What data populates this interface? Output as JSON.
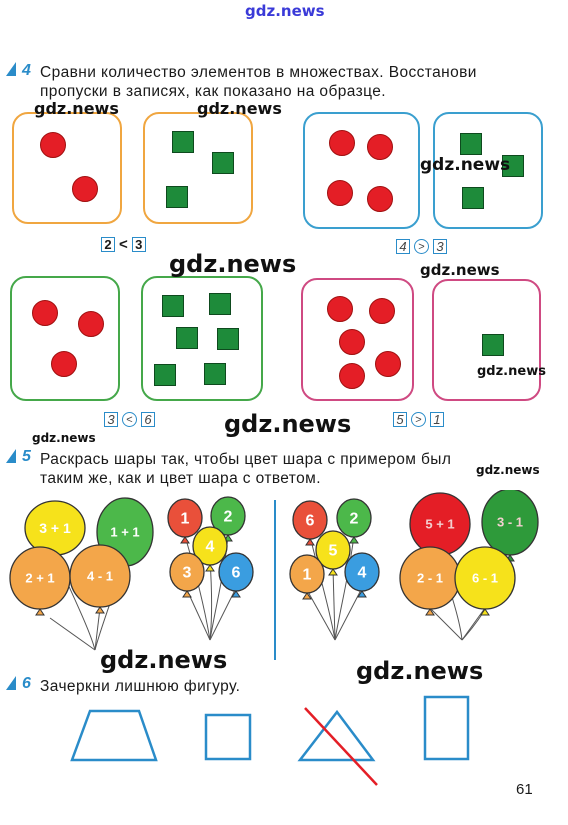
{
  "watermark": "gdz.news",
  "page_number": "61",
  "task4": {
    "number": "4",
    "text_line1": "Сравни количество элементов в множествах. Восстанови",
    "text_line2": "пропуски в записях, как показано на образце.",
    "comparisons": [
      {
        "left": "2",
        "sign": "<",
        "right": "3"
      },
      {
        "left": "4",
        "sign": ">",
        "right": "3"
      },
      {
        "left": "3",
        "sign": "<",
        "right": "6"
      },
      {
        "left": "5",
        "sign": ">",
        "right": "1"
      }
    ]
  },
  "task5": {
    "number": "5",
    "text_line1": "Раскрась шары так, чтобы цвет шара с примером был",
    "text_line2": "таким же, как и цвет шара с ответом.",
    "balloons": [
      {
        "label": "3 + 1",
        "color": "#f6e21b"
      },
      {
        "label": "1 + 1",
        "color": "#4cb84a"
      },
      {
        "label": "2 + 1",
        "color": "#f3a64a"
      },
      {
        "label": "4 - 1",
        "color": "#f3a64a"
      },
      {
        "label": "1",
        "color": "#e9503a"
      },
      {
        "label": "2",
        "color": "#4cb84a"
      },
      {
        "label": "4",
        "color": "#f6e21b"
      },
      {
        "label": "3",
        "color": "#f3a64a"
      },
      {
        "label": "6",
        "color": "#3a9de0"
      },
      {
        "label": "6",
        "color": "#e9503a"
      },
      {
        "label": "2",
        "color": "#4cb84a"
      },
      {
        "label": "5",
        "color": "#f6e21b"
      },
      {
        "label": "1",
        "color": "#f3a64a"
      },
      {
        "label": "4",
        "color": "#3a9de0"
      },
      {
        "label": "5 + 1",
        "color": "#e41e26"
      },
      {
        "label": "3 - 1",
        "color": "#2e9a3a"
      },
      {
        "label": "2 - 1",
        "color": "#f3a64a"
      },
      {
        "label": "6 - 1",
        "color": "#f6e21b"
      }
    ]
  },
  "task6": {
    "number": "6",
    "text": "Зачеркни лишнюю фигуру."
  },
  "colors": {
    "accent": "#2a8cc9",
    "red": "#e41e26",
    "green": "#1e8b3a"
  }
}
